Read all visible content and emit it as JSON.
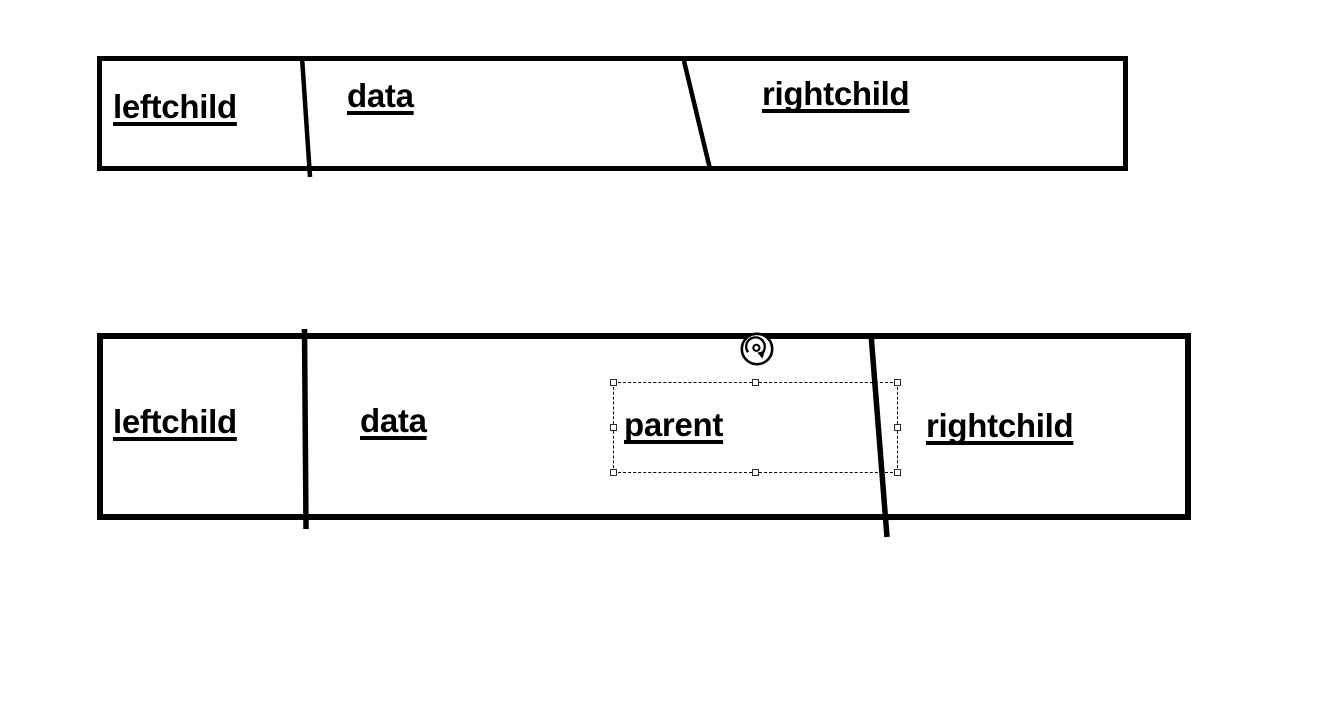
{
  "colors": {
    "background": "#ffffff",
    "ink": "#000000",
    "selection_outline": "#000000",
    "handle_fill": "#ffffff",
    "handle_border": "#2b2b2b"
  },
  "diagram": {
    "top_node": {
      "leftchild": "leftchild",
      "data": "data",
      "rightchild": "rightchild"
    },
    "bottom_node": {
      "leftchild": "leftchild",
      "data": "data",
      "parent": "parent",
      "rightchild": "rightchild"
    }
  },
  "selection": {
    "selected_field": "parent",
    "handle_count": 8,
    "rotate_icon": "rotate-arrow"
  }
}
